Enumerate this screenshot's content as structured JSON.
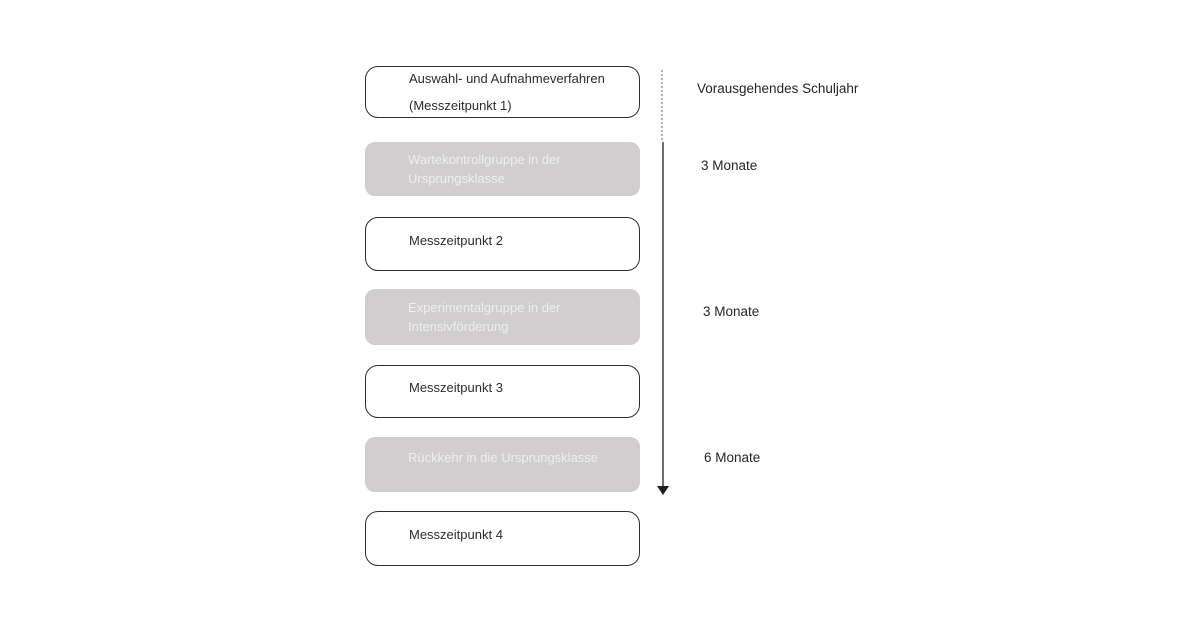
{
  "diagram": {
    "boxes": [
      {
        "style": "outlined",
        "lines": [
          "Auswahl- und Aufnahmeverfahren",
          "(Messzeitpunkt 1)"
        ]
      },
      {
        "style": "filled",
        "lines": [
          "Wartekontrollgruppe in der Ursprungsklasse"
        ]
      },
      {
        "style": "outlined",
        "lines": [
          "Messzeitpunkt 2"
        ]
      },
      {
        "style": "filled",
        "lines": [
          "Experimentalgruppe in der Intensivförderung"
        ]
      },
      {
        "style": "outlined",
        "lines": [
          "Messzeitpunkt 3"
        ]
      },
      {
        "style": "filled",
        "lines": [
          "Rückkehr in die Ursprungsklasse"
        ]
      },
      {
        "style": "outlined",
        "lines": [
          "Messzeitpunkt 4"
        ]
      }
    ],
    "timeline": {
      "labels": [
        {
          "text": "Vorausgehendes Schuljahr"
        },
        {
          "text": "3 Monate"
        },
        {
          "text": "3 Monate"
        },
        {
          "text": "6 Monate"
        }
      ]
    },
    "colors": {
      "box_fill_gray": "#d0cece",
      "box_text_on_gray": "#efeeee",
      "box_outline": "#2e2e2e",
      "text_dark": "#262626",
      "timeline_solid": "#6e6e6e",
      "timeline_dotted": "#b3b3b3"
    }
  }
}
